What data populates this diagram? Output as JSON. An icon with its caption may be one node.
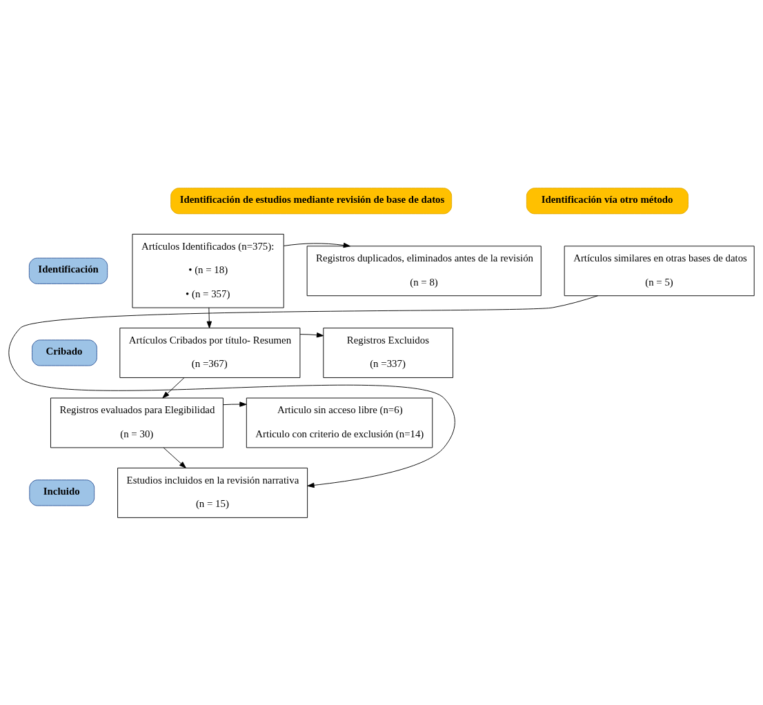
{
  "diagram": {
    "nodes": [
      {
        "text": [
          "Identificación de estudios mediante revisión de base de datos"
        ]
      },
      {
        "text": [
          "Identificación vía otro método"
        ]
      },
      {
        "text": [
          "Identificación"
        ]
      },
      {
        "text": [
          "Cribado"
        ]
      },
      {
        "text": [
          "Incluido"
        ]
      },
      {
        "text": [
          "Artículos Identificados (n=375):",
          "• (n = 18)",
          "• (n = 357)"
        ]
      },
      {
        "text": [
          "Registros duplicados, eliminados antes de la revisión",
          "(n = 8)"
        ]
      },
      {
        "text": [
          "Artículos similares en otras bases de datos",
          "(n = 5)"
        ]
      },
      {
        "text": [
          "Artículos Cribados por título- Resumen",
          "(n =367)"
        ]
      },
      {
        "text": [
          "Registros Excluidos",
          "(n =337)"
        ]
      },
      {
        "text": [
          "Registros evaluados para Elegibilidad",
          "(n = 30)"
        ]
      },
      {
        "text": [
          "Articulo sin acceso libre (n=6)",
          "Articulo con criterio de exclusión (n=14)"
        ]
      },
      {
        "text": [
          "Estudios incluidos en la revisión narrativa",
          "(n = 15)"
        ]
      }
    ],
    "edges": [
      {
        "from": 5,
        "to": 6,
        "arrow": "to"
      },
      {
        "from": 5,
        "to": 8,
        "arrow": "to"
      },
      {
        "from": 8,
        "to": 9,
        "arrow": "to"
      },
      {
        "from": 8,
        "to": 10,
        "arrow": "to"
      },
      {
        "from": 10,
        "to": 11,
        "arrow": "to"
      },
      {
        "from": 10,
        "to": 12,
        "arrow": "to"
      },
      {
        "from": 7,
        "to": 12,
        "arrow": "to"
      }
    ]
  }
}
